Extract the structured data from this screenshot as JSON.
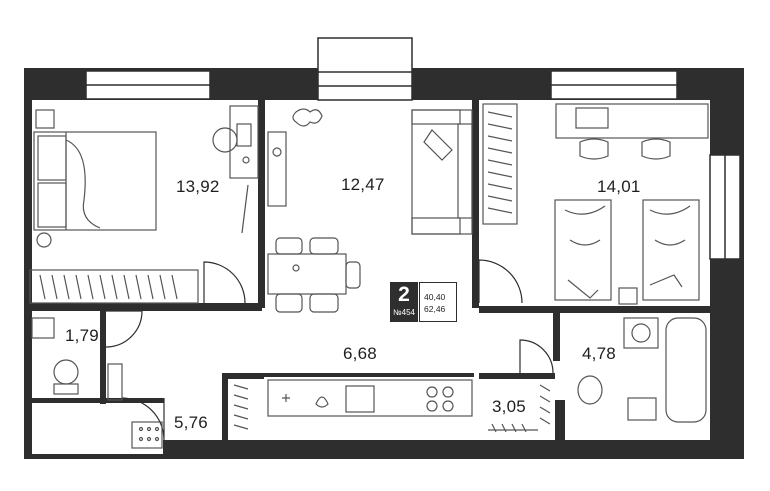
{
  "plan": {
    "rooms": [
      {
        "id": "bedroom-1",
        "area": "13,92"
      },
      {
        "id": "living-room",
        "area": "12,47"
      },
      {
        "id": "bedroom-2",
        "area": "14,01"
      },
      {
        "id": "bathroom",
        "area": "1,79"
      },
      {
        "id": "hall",
        "area": "6,68"
      },
      {
        "id": "bathroom-2",
        "area": "4,78"
      },
      {
        "id": "closet",
        "area": "5,76"
      },
      {
        "id": "storage",
        "area": "3,05"
      }
    ],
    "badge": {
      "rooms": "2",
      "apartment_number": "№454",
      "living_area": "40,40",
      "total_area": "62,46"
    },
    "colors": {
      "wall": "#2e2e2e",
      "furniture_line": "#555555",
      "background": "#ffffff"
    }
  }
}
